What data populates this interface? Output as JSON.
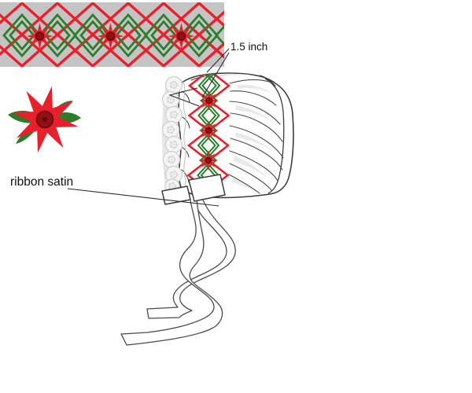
{
  "labels": {
    "measurement": "1.5 inch",
    "ribbon": "ribbon satin"
  },
  "colors": {
    "red": "#e8202c",
    "dark_red": "#8f1016",
    "darker_red": "#6a080e",
    "green": "#2a7e2a",
    "swatch_bg": "#c4c4c4",
    "outline": "#3c3c3c",
    "lace": "#d2d2d2",
    "shade": "#e9e9e9",
    "annotation": "#2b2b2b"
  },
  "swatch": {
    "flower_count": 3
  },
  "bonnet": {
    "band_flower_count": 3
  }
}
